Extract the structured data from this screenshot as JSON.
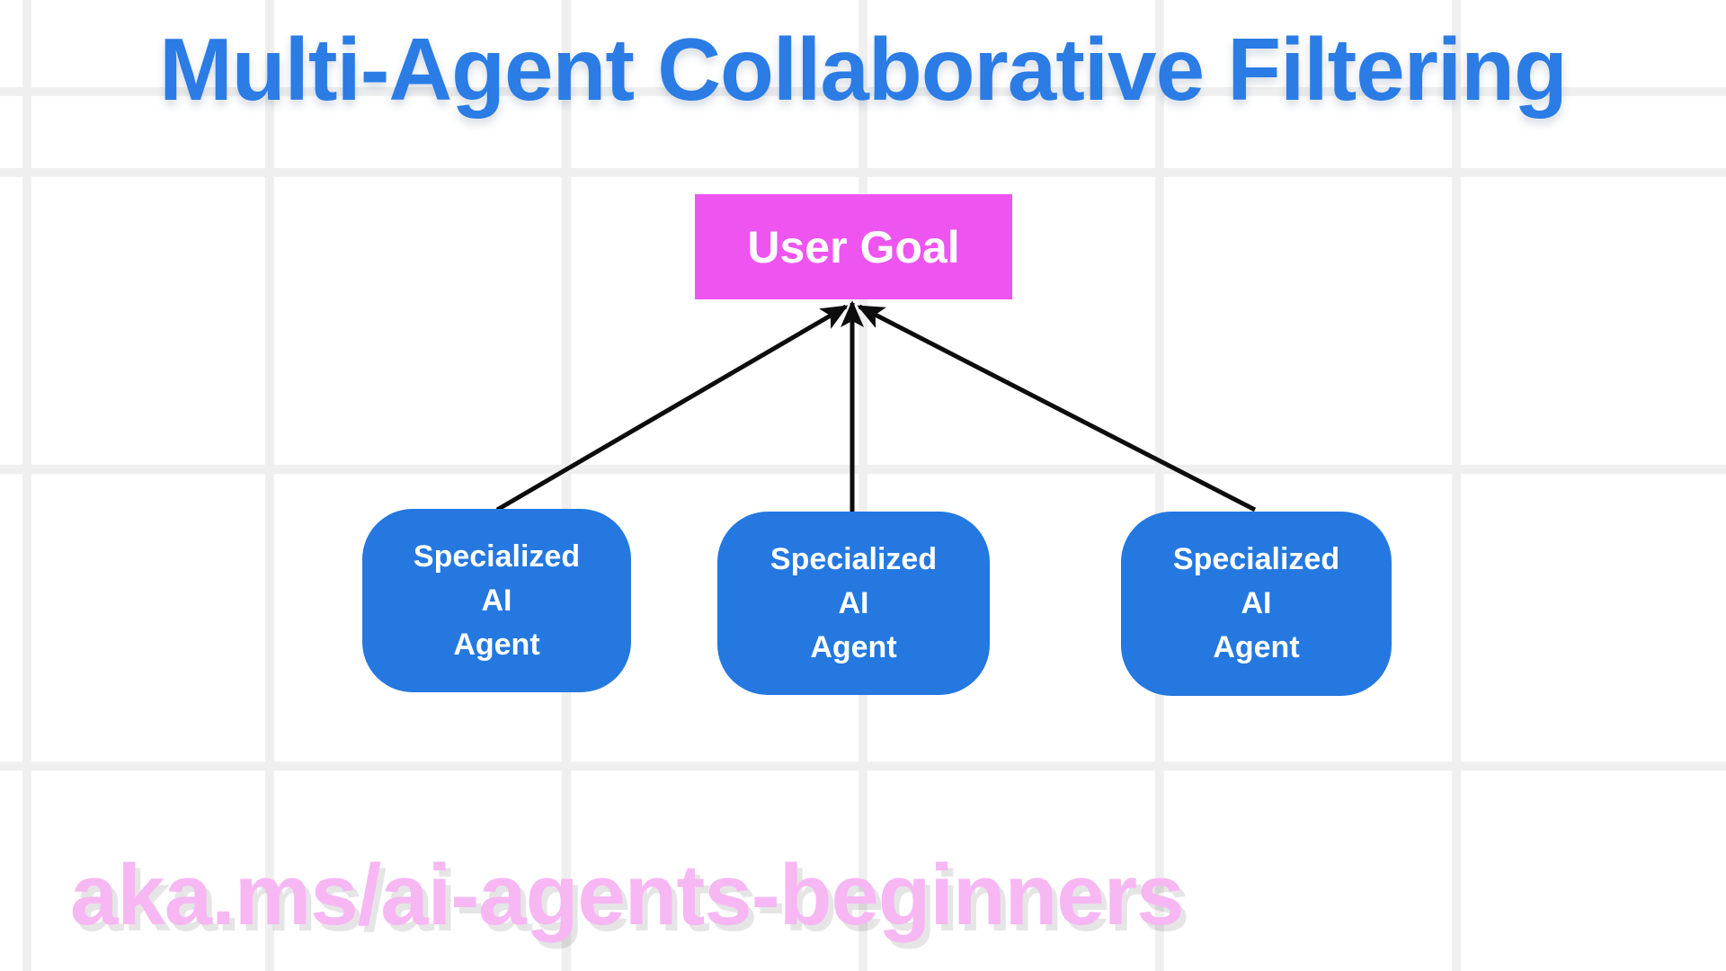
{
  "title": "Multi-Agent Collaborative Filtering",
  "diagram": {
    "goal": {
      "label": "User Goal"
    },
    "agents": [
      {
        "lines": [
          "Specialized",
          "AI",
          "Agent"
        ]
      },
      {
        "lines": [
          "Specialized",
          "AI",
          "Agent"
        ]
      },
      {
        "lines": [
          "Specialized",
          "AI",
          "Agent"
        ]
      }
    ]
  },
  "footer": {
    "link": "aka.ms/ai-agents-beginners"
  },
  "colors": {
    "title-blue": "#2b7ce5",
    "agent-blue": "#2478e0",
    "goal-magenta": "#ee55f0",
    "footer-pink": "#f7b7f3",
    "node-text": "#ffffff",
    "arrow-black": "#0d0d0d",
    "grid-line": "#efefef",
    "background": "#ffffff"
  }
}
